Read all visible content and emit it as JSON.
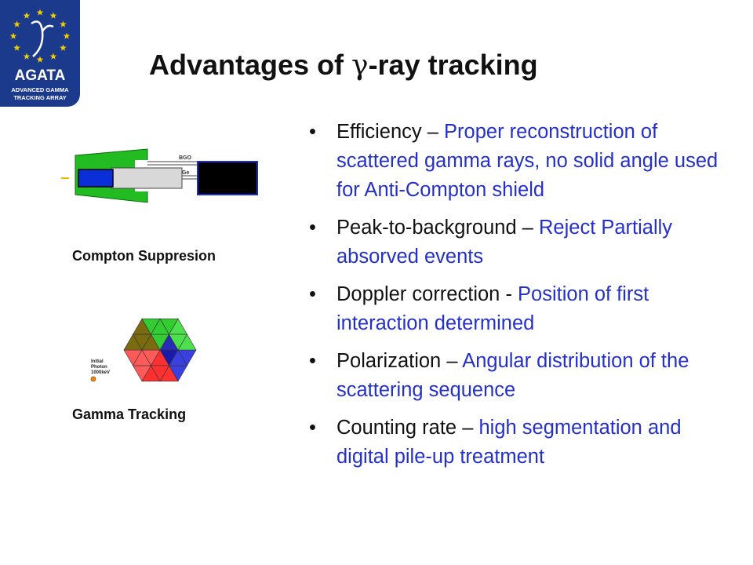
{
  "logo": {
    "name": "AGATA",
    "subtitle_line1": "ADVANCED GAMMA",
    "subtitle_line2": "TRACKING ARRAY",
    "colors": {
      "background": "#1c3a8c",
      "stars": "#f2cc00",
      "text": "#ffffff"
    }
  },
  "title": {
    "prefix": "Advantages of ",
    "symbol": "γ",
    "suffix": "-ray tracking"
  },
  "bullets": [
    {
      "head": "Efficiency",
      "sep": " – ",
      "desc": "Proper reconstruction of scattered gamma rays, no solid angle used for Anti-Compton shield"
    },
    {
      "head": "Peak-to-background",
      "sep": " – ",
      "desc": "Reject Partially absorved events"
    },
    {
      "head": "Doppler correction",
      "sep": " - ",
      "desc": "Position of first interaction determined"
    },
    {
      "head": "Polarization",
      "sep": " – ",
      "desc": "Angular distribution of the scattering sequence"
    },
    {
      "head": "Counting rate",
      "sep": " – ",
      "desc": "high segmentation and digital pile-up treatment"
    }
  ],
  "compton_diagram": {
    "label_bgo": "BGO",
    "label_ge": "Ge",
    "caption": "Compton Suppresion"
  },
  "tracking_diagram": {
    "photon_label_line1": "Initial",
    "photon_label_line2": "Photon",
    "photon_label_line3": "1000keV",
    "caption": "Gamma  Tracking"
  },
  "colors": {
    "heading_text": "#111111",
    "description_text": "#2430c8",
    "shield_green": "#22bb22",
    "detector_blue": "#0a2fd8"
  }
}
